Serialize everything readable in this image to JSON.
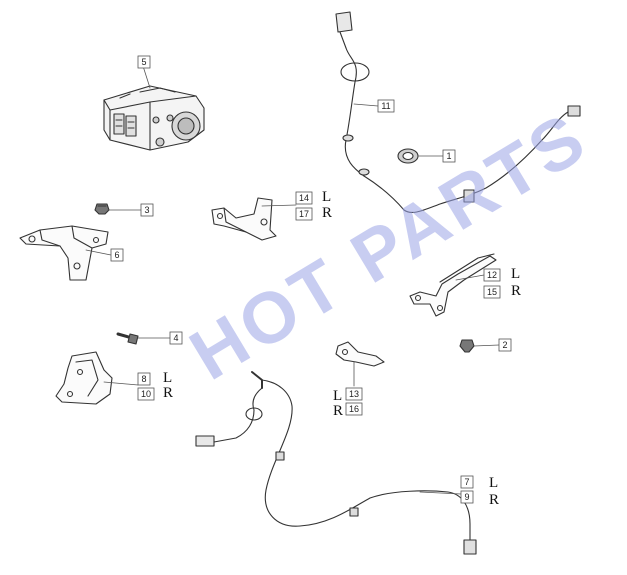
{
  "watermark": "HOT PARTS",
  "callouts": [
    {
      "id": "c1",
      "num": "1",
      "side": ""
    },
    {
      "id": "c2",
      "num": "2",
      "side": ""
    },
    {
      "id": "c3",
      "num": "3",
      "side": ""
    },
    {
      "id": "c4",
      "num": "4",
      "side": ""
    },
    {
      "id": "c5",
      "num": "5",
      "side": ""
    },
    {
      "id": "c6",
      "num": "6",
      "side": ""
    },
    {
      "id": "c7",
      "num": "7",
      "side": "L"
    },
    {
      "id": "c8",
      "num": "8",
      "side": "L"
    },
    {
      "id": "c9",
      "num": "9",
      "side": "R"
    },
    {
      "id": "c10",
      "num": "10",
      "side": "R"
    },
    {
      "id": "c11",
      "num": "11",
      "side": ""
    },
    {
      "id": "c12",
      "num": "12",
      "side": "L"
    },
    {
      "id": "c13",
      "num": "13",
      "side": "L"
    },
    {
      "id": "c14",
      "num": "14",
      "side": "L"
    },
    {
      "id": "c15",
      "num": "15",
      "side": "R"
    },
    {
      "id": "c16",
      "num": "16",
      "side": "R"
    },
    {
      "id": "c17",
      "num": "17",
      "side": "R"
    }
  ]
}
